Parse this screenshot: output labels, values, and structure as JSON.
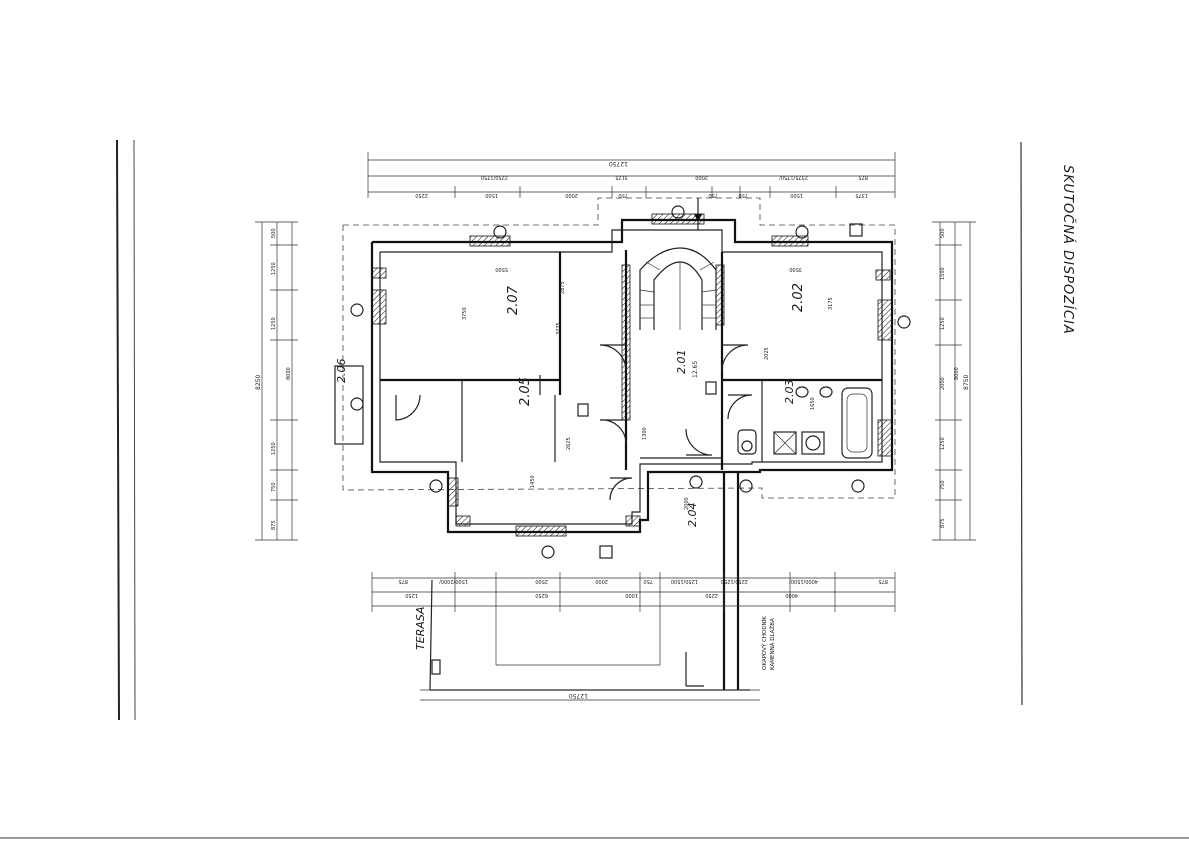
{
  "drawing": {
    "title": "SKUTOČNÁ DISPOZÍCIA",
    "terrace_label": "TERASA",
    "rooms": [
      {
        "id": "2.01",
        "area": "12.65"
      },
      {
        "id": "2.02"
      },
      {
        "id": "2.03"
      },
      {
        "id": "2.04"
      },
      {
        "id": "2.05"
      },
      {
        "id": "2.06"
      },
      {
        "id": "2.07"
      }
    ],
    "top_dims": {
      "overall": "12750",
      "row2": [
        "875",
        "2375/1750/",
        "2000",
        "3125",
        "2250/1750"
      ],
      "row3": [
        "2250",
        "1500",
        "2000",
        "750",
        "750",
        "750",
        "1500",
        "1375"
      ]
    },
    "left_dims": {
      "overall": "8250",
      "parts": [
        "500",
        "1250",
        "1250",
        "1250",
        "750",
        "875",
        "8000"
      ]
    },
    "right_dims": {
      "overall": "8750",
      "parts": [
        "500",
        "1500",
        "1250",
        "2000",
        "1250",
        "750",
        "875",
        "8000"
      ]
    },
    "bottom_dims": {
      "overall": "12750",
      "row1": [
        "875",
        "1500/2000/",
        "2500",
        "2000",
        "750",
        "1250/1500",
        "2250/1250",
        "4000/1500/",
        "875"
      ],
      "row2": [
        "1250",
        "6250",
        "1000",
        "2250",
        "4000"
      ]
    },
    "interior_dims": [
      "5500",
      "3750",
      "3775",
      "2875",
      "3500",
      "3175",
      "2025",
      "1650",
      "2000",
      "1450",
      "2625",
      "1300"
    ],
    "notes": [
      "OKAPOVÝ CHODNÍK",
      "KAMENNÁ DLAŽBA"
    ]
  }
}
